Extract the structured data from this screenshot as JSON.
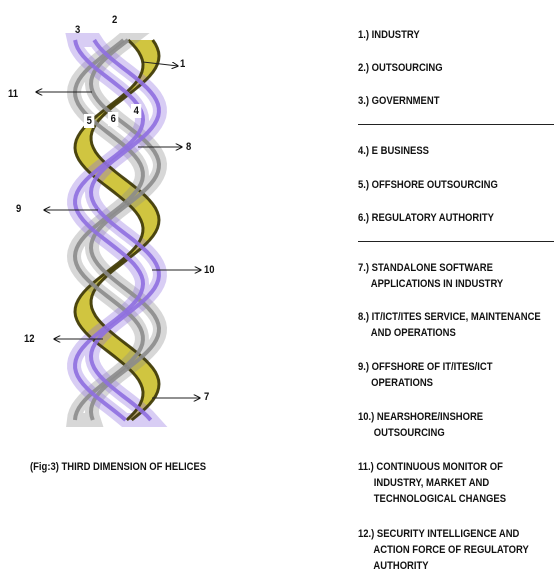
{
  "diagram": {
    "labels": [
      "1",
      "2",
      "3",
      "4",
      "5",
      "6",
      "7",
      "8",
      "9",
      "10",
      "11",
      "12"
    ],
    "caption": "(Fig:3) THIRD DIMENSION OF HELICES",
    "colors": {
      "yellow": "#c8bb1e",
      "purple": "#8f6fe0",
      "silver": "#8c8c8c"
    }
  },
  "legend": {
    "items": [
      "1.) INDUSTRY",
      "2.) OUTSOURCING",
      "3.) GOVERNMENT",
      "4.) E BUSINESS",
      "5.) OFFSHORE OUTSOURCING",
      "6.) REGULATORY AUTHORITY",
      "7.) STANDALONE SOFTWARE\n     APPLICATIONS IN INDUSTRY",
      "8.) IT/ICT/ITES SERVICE, MAINTENANCE\n     AND OPERATIONS",
      "9.) OFFSHORE OF IT/ITES/ICT\n     OPERATIONS",
      "10.) NEARSHORE/INSHORE\n      OUTSOURCING",
      "11.) CONTINUOUS MONITOR OF\n      INDUSTRY, MARKET AND\n      TECHNOLOGICAL CHANGES",
      "12.) SECURITY INTELLIGENCE AND\n      ACTION FORCE OF REGULATORY\n      AUTHORITY"
    ]
  }
}
